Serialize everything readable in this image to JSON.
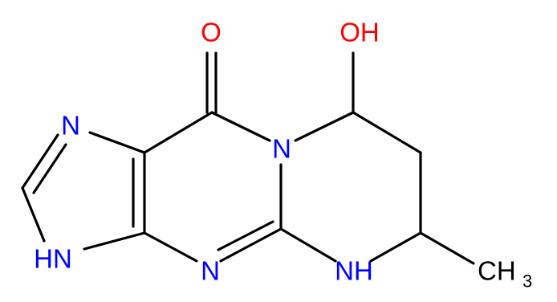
{
  "molecule": {
    "atoms": {
      "carbonyl_oxygen": {
        "text": "O",
        "color": "#ff0000"
      },
      "hydroxyl": {
        "text": "OH",
        "color": "#ff0000"
      },
      "imidazole_n": {
        "text": "N",
        "color": "#0000ff"
      },
      "ring_junction_n": {
        "text": "N",
        "color": "#0000ff"
      },
      "imidazole_nh": {
        "text": "HN",
        "color": "#0000ff"
      },
      "pyrimidine_n": {
        "text": "N",
        "color": "#0000ff"
      },
      "amine_nh": {
        "text": "NH",
        "color": "#0000ff"
      },
      "methyl": {
        "text": "CH",
        "subscript": "3",
        "color": "#000000"
      }
    }
  }
}
